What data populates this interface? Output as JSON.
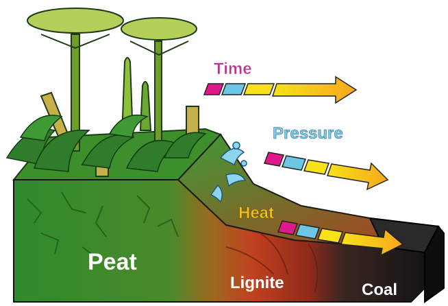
{
  "factors": [
    {
      "label": "Time",
      "color": "#b8368f"
    },
    {
      "label": "Pressure",
      "color": "#7ec8e8"
    },
    {
      "label": "Heat",
      "color": "#f4c21a"
    }
  ],
  "stages": [
    {
      "label": "Peat",
      "color": "#2e7d2a"
    },
    {
      "label": "Lignite",
      "color": "#a8321e"
    },
    {
      "label": "Coal",
      "color": "#1a1a1a"
    }
  ],
  "arrow_colors": {
    "magenta": "#e0198a",
    "cyan": "#6cc6e6",
    "yellow": "#f7e21a",
    "orange": "#f7a81b"
  }
}
